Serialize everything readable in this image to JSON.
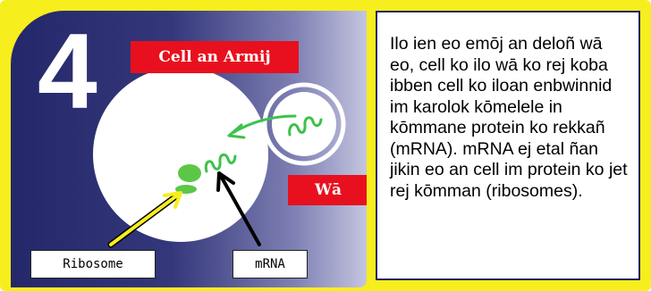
{
  "step": {
    "number": "4"
  },
  "title": "Cell an Armij",
  "labels": {
    "virus": "Wā",
    "ribosome": "Ribosome",
    "mrna": "mRNA"
  },
  "description": "Ilo ien eo emōj an deloñ wā eo, cell ko ilo wā ko rej koba ibben cell ko iloan enbwinnid im karolok kōmelele in kōmmane protein ko rekkañ (mRNA). mRNA ej etal ñan jikin eo an cell im protein ko jet rej kōmman (ribosomes).",
  "colors": {
    "frame_yellow": "#f7ee1d",
    "background_navy": "#24286a",
    "label_red": "#e8101e",
    "strand_green": "#3cc24a",
    "ribosome_green": "#5cc747",
    "arrow_yellow": "#f7ee1d",
    "arrow_black": "#000000"
  }
}
